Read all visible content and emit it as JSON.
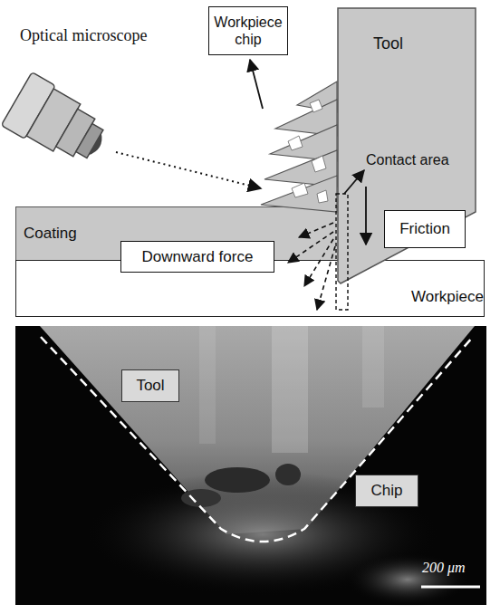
{
  "diagram": {
    "nodes": [
      {
        "text": [
          "Workpiece chip"
        ]
      },
      {
        "text": [
          "Tool"
        ]
      },
      {
        "text": [
          "Friction"
        ]
      },
      {
        "text": [
          "Coating"
        ]
      },
      {
        "text": [
          "Downward force"
        ]
      },
      {
        "text": [
          "Workpiece"
        ]
      },
      {
        "text": [
          "Tool"
        ]
      },
      {
        "text": [
          "Chip"
        ]
      }
    ],
    "labels": [
      "Optical microscope",
      "Contact area",
      "200 μm"
    ]
  }
}
